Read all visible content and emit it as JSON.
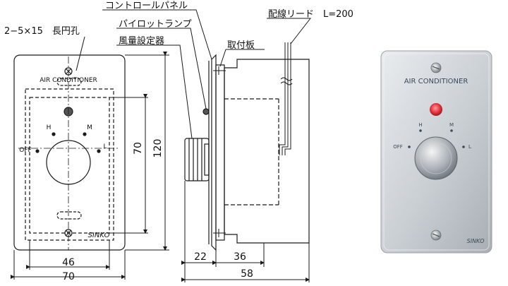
{
  "labels": {
    "slot_holes": "2−5×15　長円孔",
    "control_panel": "コントロールパネル",
    "pilot_lamp": "パイロットランプ",
    "fan_setting": "風量設定器",
    "mount_plate": "取付板",
    "wiring_lead": "配線リード　L=200"
  },
  "panel": {
    "title": "AIR CONDITIONER",
    "speed_h": "H",
    "speed_m": "M",
    "speed_l": "L",
    "speed_off": "OFF",
    "brand": "SINKO"
  },
  "dimensions": {
    "width_outer": "70",
    "width_inner": "46",
    "height_outer": "120",
    "height_inner": "70",
    "depth_front": "22",
    "depth_back": "36",
    "depth_total": "58"
  },
  "photo": {
    "title": "AIR CONDITIONER",
    "speed_h": "H",
    "speed_m": "M",
    "speed_l": "L",
    "speed_off": "OFF",
    "brand": "SINKO"
  },
  "colors": {
    "line": "#1a1a1a",
    "plate_light": "#dfe3e7",
    "plate_dark": "#a9afb5",
    "lamp": "#e8323a"
  }
}
